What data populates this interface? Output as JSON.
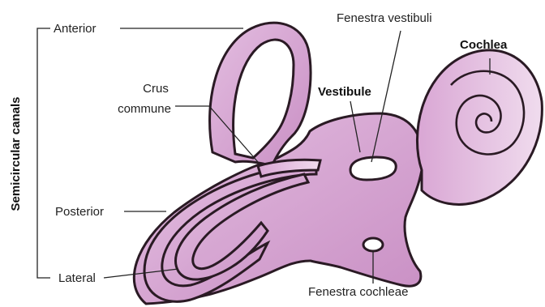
{
  "diagram": {
    "colors": {
      "fill": "#d9a6d4",
      "fill_light": "#ecd3ea",
      "outline": "#2a1a24",
      "background": "#ffffff"
    },
    "labels": {
      "anterior": "Anterior",
      "posterior": "Posterior",
      "lateral": "Lateral",
      "group": "Semicircular canals",
      "crus_line1": "Crus",
      "crus_line2": "commune",
      "vestibule": "Vestibule",
      "fenestra_vestibuli": "Fenestra vestibuli",
      "cochlea": "Cochlea",
      "fenestra_cochleae": "Fenestra cochleae"
    }
  }
}
